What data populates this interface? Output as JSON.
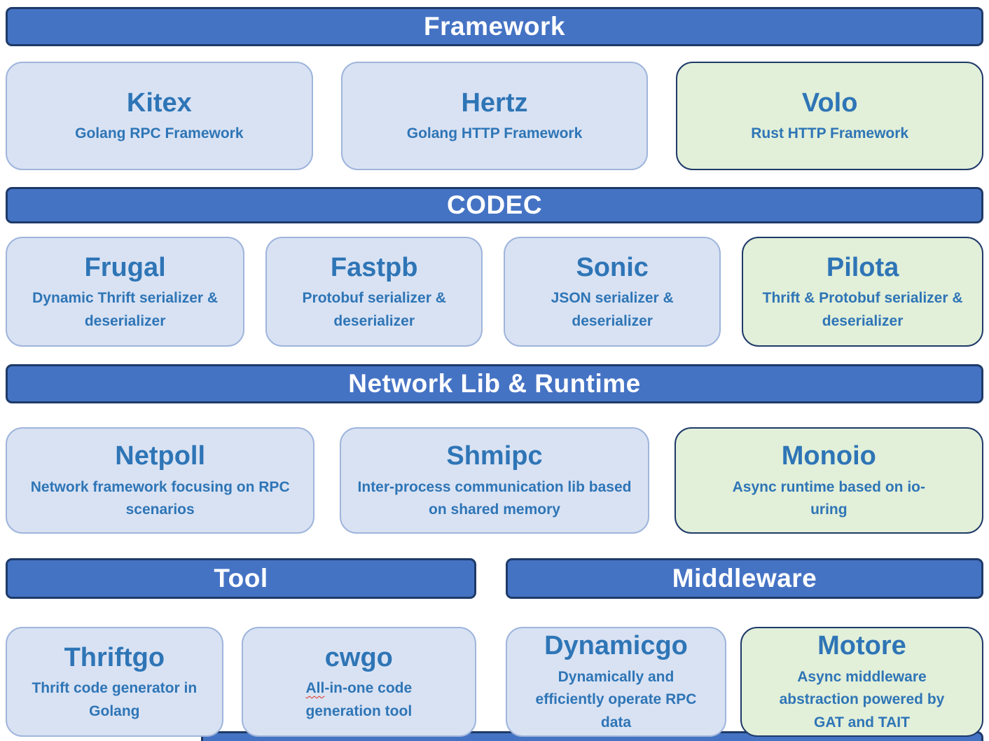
{
  "colors": {
    "header_bg": "#4573C4",
    "header_border": "#1E3A68",
    "header_text": "#FFFFFF",
    "card_blue_bg": "#D9E2F3",
    "card_blue_border": "#9FB5DC",
    "card_green_bg": "#E2EFD9",
    "card_green_border": "#1E3A68",
    "card_text": "#2E75B6",
    "spellcheck_underline": "#E0321F"
  },
  "sections": [
    {
      "header": "Framework",
      "cards": [
        {
          "title": "Kitex",
          "desc": "Golang RPC Framework",
          "variant": "blue"
        },
        {
          "title": "Hertz",
          "desc": "Golang HTTP Framework",
          "variant": "blue"
        },
        {
          "title": "Volo",
          "desc": "Rust HTTP Framework",
          "variant": "green"
        }
      ]
    },
    {
      "header": "CODEC",
      "cards": [
        {
          "title": "Frugal",
          "desc": "Dynamic Thrift serializer & deserializer",
          "variant": "blue"
        },
        {
          "title": "Fastpb",
          "desc": "Protobuf serializer & deserializer",
          "variant": "blue"
        },
        {
          "title": "Sonic",
          "desc": "JSON serializer & deserializer",
          "variant": "blue"
        },
        {
          "title": "Pilota",
          "desc": "Thrift & Protobuf serializer & deserializer",
          "variant": "green"
        }
      ]
    },
    {
      "header": "Network Lib & Runtime",
      "cards": [
        {
          "title": "Netpoll",
          "desc": "Network framework focusing on RPC scenarios",
          "variant": "blue"
        },
        {
          "title": "Shmipc",
          "desc": "Inter-process communication lib based on shared memory",
          "variant": "blue"
        },
        {
          "title": "Monoio",
          "desc": "Async runtime based on io-uring",
          "variant": "green"
        }
      ]
    },
    {
      "header": "Tool",
      "cards": [
        {
          "title": "Thriftgo",
          "desc": "Thrift code generator in Golang",
          "variant": "blue"
        },
        {
          "title": "cwgo",
          "desc_marked": "All",
          "desc_rest": "-in-one code generation tool",
          "variant": "blue"
        }
      ]
    },
    {
      "header": "Middleware",
      "cards": [
        {
          "title": "Dynamicgo",
          "desc": "Dynamically and efficiently operate RPC data",
          "variant": "blue"
        },
        {
          "title": "Motore",
          "desc": "Async middleware abstraction powered by GAT and TAIT",
          "variant": "green"
        }
      ]
    }
  ]
}
